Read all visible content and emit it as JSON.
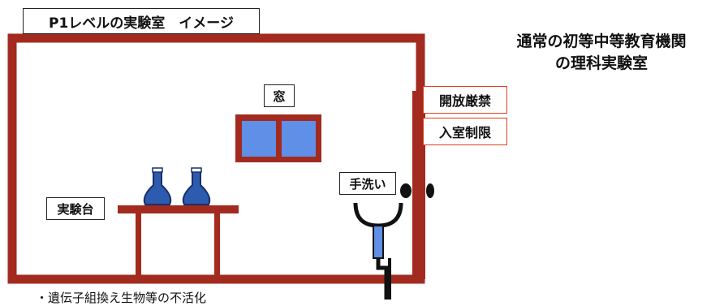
{
  "title": "P1レベルの実験室　イメージ",
  "labels": {
    "window": "窓",
    "bench": "実験台",
    "sink": "手洗い",
    "no_open": "開放厳禁",
    "restricted": "入室制限"
  },
  "caption": {
    "line1": "通常の初等中等教育機関",
    "line2": "の理科実験室"
  },
  "bottom_note": "・遺伝子組換え生物等の不活化",
  "colors": {
    "wall": "#a32a1e",
    "window_glass": "#5f8fe6",
    "flask": "#2c5bb0",
    "label_red_border": "#e0401e"
  }
}
